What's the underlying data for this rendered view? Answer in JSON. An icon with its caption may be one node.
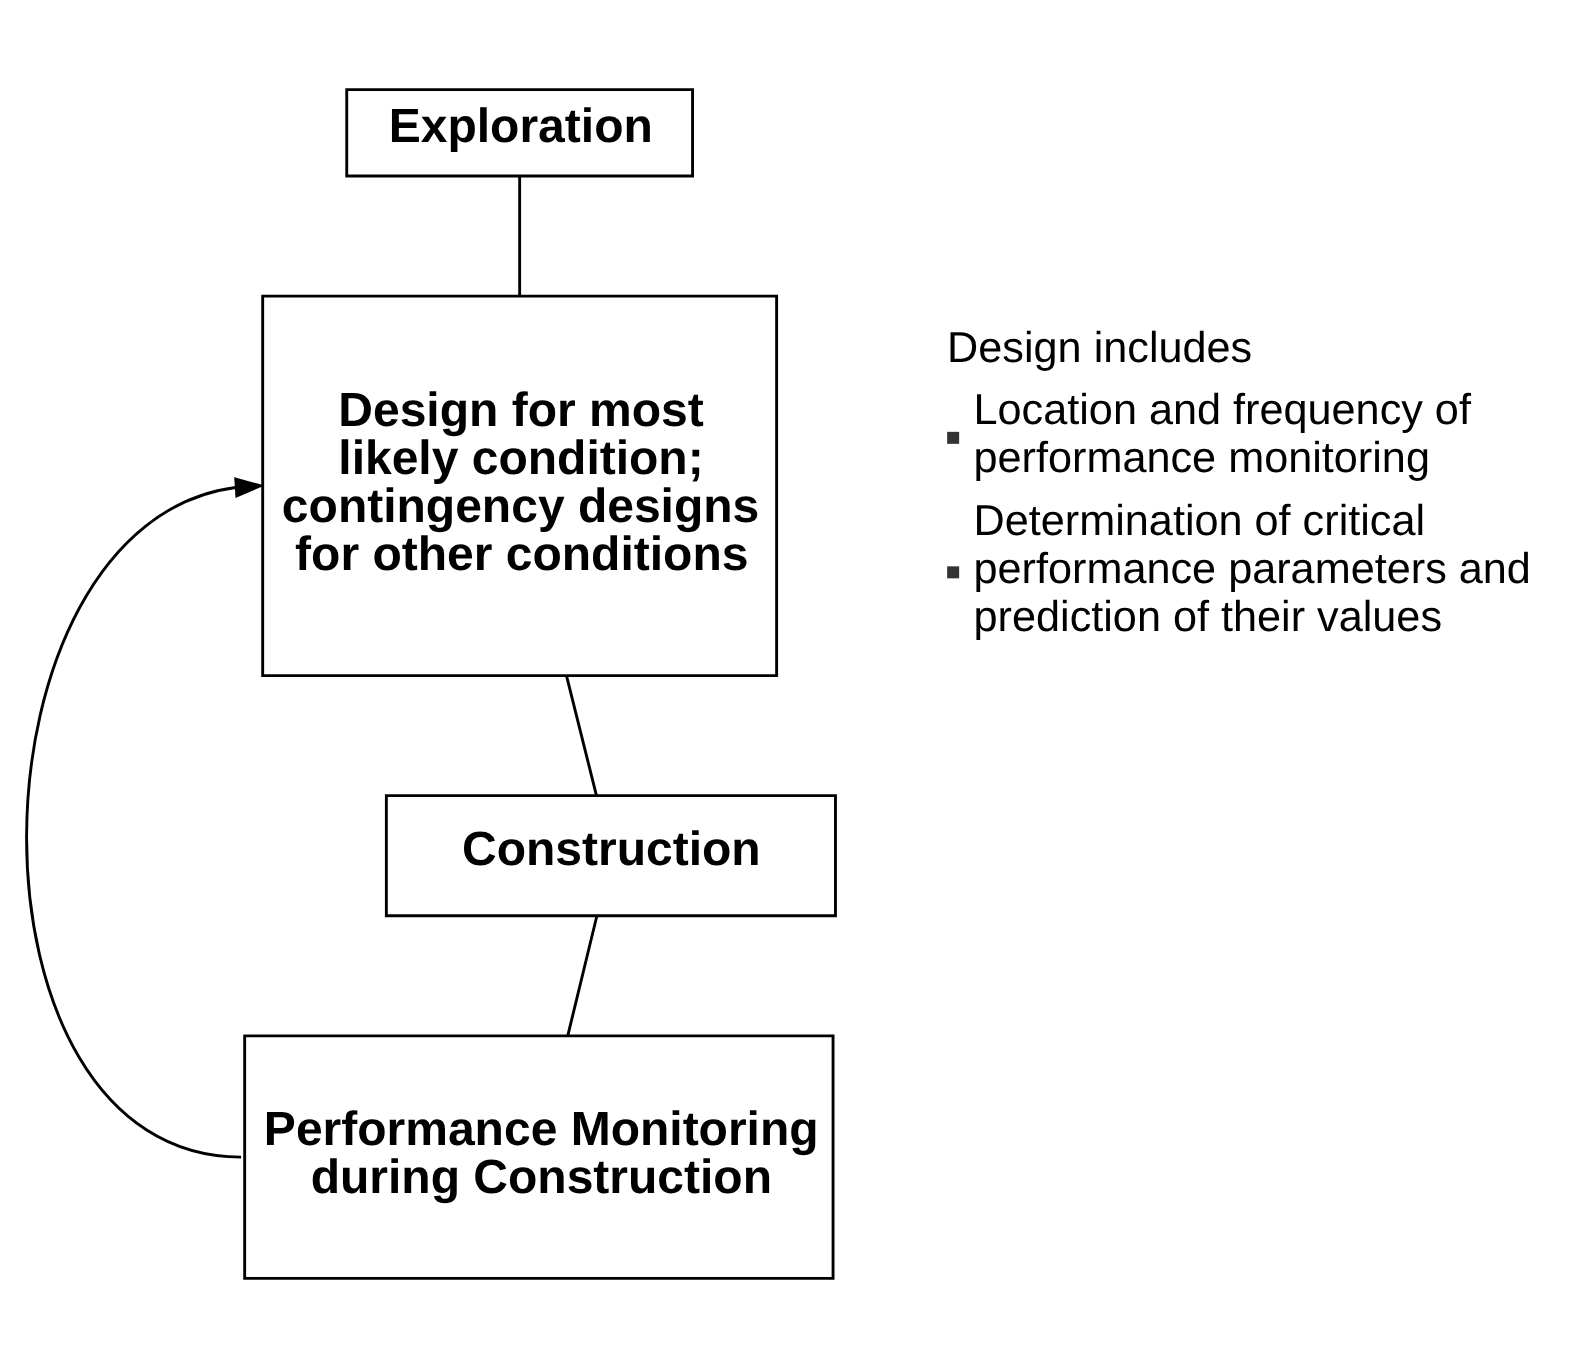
{
  "diagram": {
    "nodes": [
      {
        "text": [
          "Exploration"
        ]
      },
      {
        "text": [
          "Design for most likely condition; contingency designs for other conditions"
        ]
      },
      {
        "text": [
          "Construction"
        ]
      },
      {
        "text": [
          "Performance Monitoring during Construction"
        ]
      }
    ],
    "edges": [
      {
        "from": 0,
        "to": 1,
        "arrow": "none"
      },
      {
        "from": 1,
        "to": 2,
        "arrow": "none"
      },
      {
        "from": 2,
        "to": 3,
        "arrow": "none"
      },
      {
        "from": 3,
        "to": 1,
        "arrow": "to"
      }
    ],
    "labels": [
      "Design includes",
      "Location and frequency of performance monitoring",
      "Determination of critical performance parameters and prediction of their values"
    ]
  }
}
